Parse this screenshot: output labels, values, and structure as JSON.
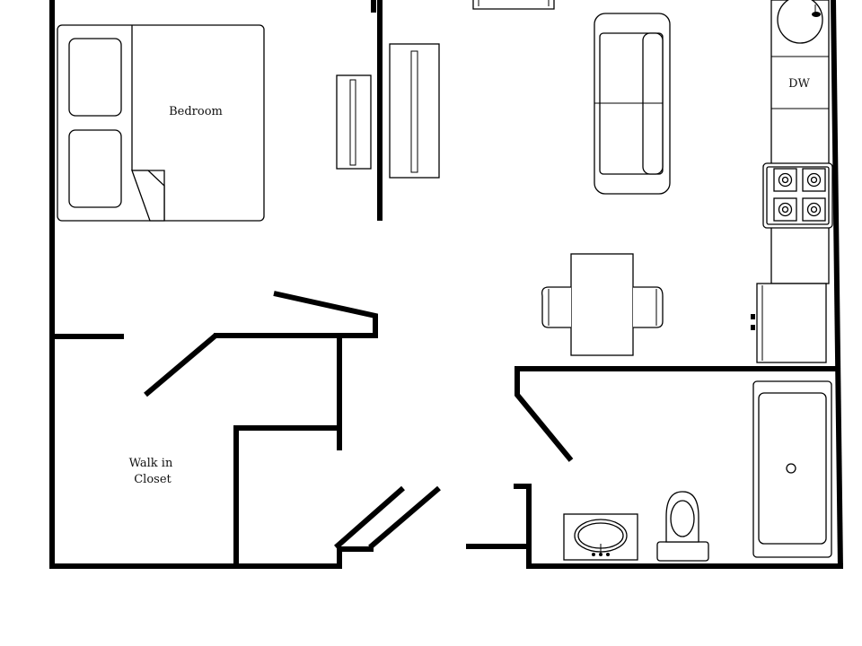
{
  "labels": {
    "bedroom": "Bedroom",
    "closet_line1": "Walk in",
    "closet_line2": "Closet",
    "dishwasher": "DW"
  }
}
